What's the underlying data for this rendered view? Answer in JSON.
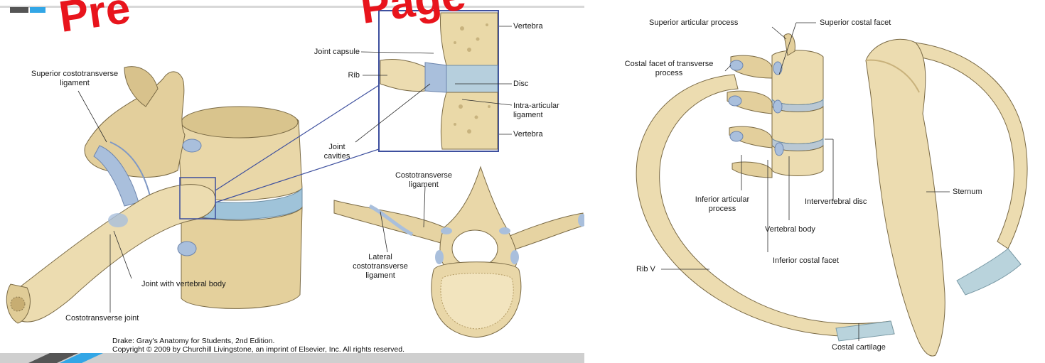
{
  "watermark": {
    "word1": "Pre",
    "word2": "Page",
    "color": "#e8141c"
  },
  "left_labels": {
    "superior_costotransverse": "Superior costotransverse ligament",
    "joint_capsule": "Joint capsule",
    "rib": "Rib",
    "vertebra_top": "Vertebra",
    "disc": "Disc",
    "intra_articular": "Intra-articular ligament",
    "vertebra_bottom": "Vertebra",
    "joint_cavities": "Joint cavities",
    "costotransverse_ligament": "Costotransverse ligament",
    "lateral_costotransverse": "Lateral costotransverse ligament",
    "joint_with_vertebral_body": "Joint with vertebral body",
    "costotransverse_joint": "Costotransverse joint"
  },
  "credit": {
    "line1": "Drake: Gray's Anatomy for Students, 2nd Edition.",
    "line2": "Copyright © 2009 by Churchill Livingstone, an imprint of Elsevier, Inc. All rights reserved."
  },
  "right_labels": {
    "superior_articular_process": "Superior articular process",
    "superior_costal_facet": "Superior costal facet",
    "costal_facet_transverse": "Costal facet of transverse process",
    "inferior_articular_process": "Inferior articular process",
    "intervertebral_disc": "Intervertebral disc",
    "sternum": "Sternum",
    "vertebral_body": "Vertebral body",
    "rib_v": "Rib V",
    "inferior_costal_facet": "Inferior costal facet",
    "costal_cartilage": "Costal cartilage"
  },
  "colors": {
    "bone": "#ecdcb0",
    "bone_shadow": "#c9b27c",
    "cartilage": "#b9d3dc",
    "ligament": "#a9bfdc",
    "box_stroke": "#3d4f9e"
  }
}
